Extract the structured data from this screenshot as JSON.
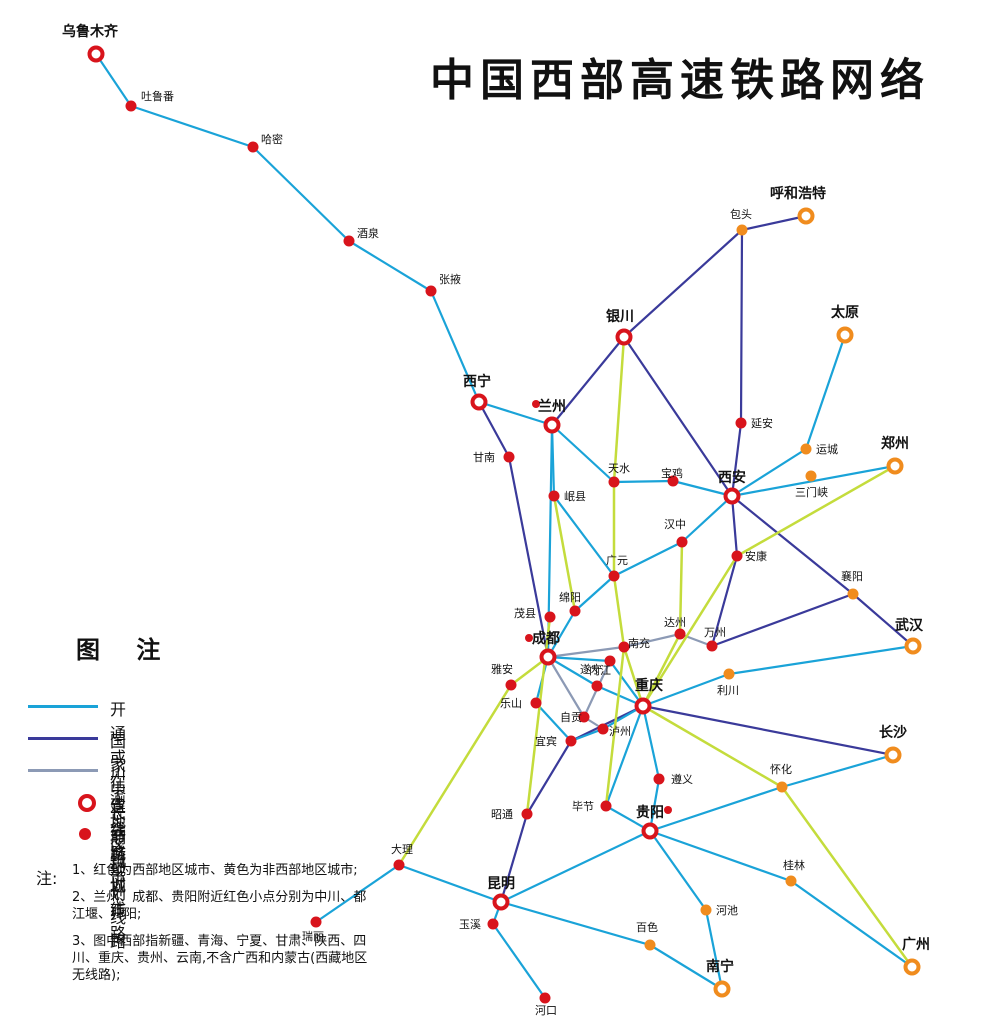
{
  "title": "中国西部高速铁路网络",
  "colors": {
    "open": "#1aa3d8",
    "national": "#3a3a9a",
    "sichuan_chongqing": "#8c9ab5",
    "west_planned": "#c4dc3c",
    "west_city": "#d8141c",
    "non_west_city": "#f08c1e"
  },
  "legend": {
    "title": "图 注",
    "items": [
      {
        "type": "line",
        "color_key": "open",
        "label": "开通或在建线路"
      },
      {
        "type": "line",
        "color_key": "national",
        "label": "国家中长期规划线路"
      },
      {
        "type": "line",
        "color_key": "sichuan_chongqing",
        "label": "川渝地区规划线路"
      },
      {
        "type": "ring",
        "color_key": "west_city",
        "label": "省会城市"
      },
      {
        "type": "dot",
        "color_key": "west_city",
        "label": "节点城市"
      }
    ]
  },
  "notes": {
    "mark": "注:",
    "items": [
      "1、红色为西部地区城市、黄色为非西部地区城市;",
      "2、兰州、成都、贵阳附近红色小点分别为中川、都江堰、开阳;",
      "3、图中西部指新疆、青海、宁夏、甘肃、陕西、四川、重庆、贵州、云南,不含广西和内蒙古(西藏地区无线路);"
    ]
  },
  "cities": [
    {
      "id": "wulumuqi",
      "name": "乌鲁木齐",
      "kind": "capital",
      "region": "west"
    },
    {
      "id": "tulufan",
      "name": "吐鲁番",
      "kind": "node",
      "region": "west"
    },
    {
      "id": "hami",
      "name": "哈密",
      "kind": "node",
      "region": "west"
    },
    {
      "id": "jiuquan",
      "name": "酒泉",
      "kind": "node",
      "region": "west"
    },
    {
      "id": "zhangye",
      "name": "张掖",
      "kind": "node",
      "region": "west"
    },
    {
      "id": "xining",
      "name": "西宁",
      "kind": "capital",
      "region": "west"
    },
    {
      "id": "lanzhou",
      "name": "兰州",
      "kind": "capital",
      "region": "west"
    },
    {
      "id": "zhongchuan",
      "name": "",
      "kind": "small",
      "region": "west"
    },
    {
      "id": "gannan",
      "name": "甘南",
      "kind": "node",
      "region": "west"
    },
    {
      "id": "yinchuan",
      "name": "银川",
      "kind": "capital",
      "region": "west"
    },
    {
      "id": "baotou",
      "name": "包头",
      "kind": "node",
      "region": "non-west"
    },
    {
      "id": "huhehaote",
      "name": "呼和浩特",
      "kind": "capital",
      "region": "non-west"
    },
    {
      "id": "taiyuan",
      "name": "太原",
      "kind": "capital",
      "region": "non-west"
    },
    {
      "id": "yanan",
      "name": "延安",
      "kind": "node",
      "region": "west"
    },
    {
      "id": "yuncheng",
      "name": "运城",
      "kind": "node",
      "region": "non-west"
    },
    {
      "id": "zhengzhou",
      "name": "郑州",
      "kind": "capital",
      "region": "non-west"
    },
    {
      "id": "sanmenxia",
      "name": "三门峡",
      "kind": "node",
      "region": "non-west"
    },
    {
      "id": "xian",
      "name": "西安",
      "kind": "capital",
      "region": "west"
    },
    {
      "id": "tianshui",
      "name": "天水",
      "kind": "node",
      "region": "west"
    },
    {
      "id": "baoji",
      "name": "宝鸡",
      "kind": "node",
      "region": "west"
    },
    {
      "id": "minxian",
      "name": "岷县",
      "kind": "node",
      "region": "west"
    },
    {
      "id": "hanzhong",
      "name": "汉中",
      "kind": "node",
      "region": "west"
    },
    {
      "id": "guangyuan",
      "name": "广元",
      "kind": "node",
      "region": "west"
    },
    {
      "id": "ankang",
      "name": "安康",
      "kind": "node",
      "region": "west"
    },
    {
      "id": "mianyang",
      "name": "绵阳",
      "kind": "node",
      "region": "west"
    },
    {
      "id": "maoxian",
      "name": "茂县",
      "kind": "node",
      "region": "west"
    },
    {
      "id": "dujiangyan",
      "name": "",
      "kind": "small",
      "region": "west"
    },
    {
      "id": "chengdu",
      "name": "成都",
      "kind": "capital",
      "region": "west"
    },
    {
      "id": "nanchong",
      "name": "南充",
      "kind": "node",
      "region": "west"
    },
    {
      "id": "dazhou",
      "name": "达州",
      "kind": "node",
      "region": "west"
    },
    {
      "id": "wanzhou",
      "name": "万州",
      "kind": "node",
      "region": "west"
    },
    {
      "id": "xiangyang",
      "name": "襄阳",
      "kind": "node",
      "region": "non-west"
    },
    {
      "id": "wuhan",
      "name": "武汉",
      "kind": "capital",
      "region": "non-west"
    },
    {
      "id": "lichuan",
      "name": "利川",
      "kind": "node",
      "region": "non-west"
    },
    {
      "id": "suining",
      "name": "遂宁",
      "kind": "node",
      "region": "west"
    },
    {
      "id": "yaan",
      "name": "雅安",
      "kind": "node",
      "region": "west"
    },
    {
      "id": "leshan",
      "name": "乐山",
      "kind": "node",
      "region": "west"
    },
    {
      "id": "neijiang",
      "name": "内江",
      "kind": "node",
      "region": "west"
    },
    {
      "id": "zigong",
      "name": "自贡",
      "kind": "node",
      "region": "west"
    },
    {
      "id": "chongqing",
      "name": "重庆",
      "kind": "capital",
      "region": "west"
    },
    {
      "id": "yibin",
      "name": "宜宾",
      "kind": "node",
      "region": "west"
    },
    {
      "id": "luzhou",
      "name": "泸州",
      "kind": "node",
      "region": "west"
    },
    {
      "id": "zunyi",
      "name": "遵义",
      "kind": "node",
      "region": "west"
    },
    {
      "id": "changsha",
      "name": "长沙",
      "kind": "capital",
      "region": "non-west"
    },
    {
      "id": "huaihua",
      "name": "怀化",
      "kind": "node",
      "region": "non-west"
    },
    {
      "id": "zhaotong",
      "name": "昭通",
      "kind": "node",
      "region": "west"
    },
    {
      "id": "bijie",
      "name": "毕节",
      "kind": "node",
      "region": "west"
    },
    {
      "id": "guiyang",
      "name": "贵阳",
      "kind": "capital",
      "region": "west"
    },
    {
      "id": "kaiyang",
      "name": "",
      "kind": "small",
      "region": "west"
    },
    {
      "id": "dali",
      "name": "大理",
      "kind": "node",
      "region": "west"
    },
    {
      "id": "ruili",
      "name": "瑞丽",
      "kind": "node",
      "region": "west"
    },
    {
      "id": "kunming",
      "name": "昆明",
      "kind": "capital",
      "region": "west"
    },
    {
      "id": "yuxi",
      "name": "玉溪",
      "kind": "node",
      "region": "west"
    },
    {
      "id": "hekou",
      "name": "河口",
      "kind": "node",
      "region": "west"
    },
    {
      "id": "guilin",
      "name": "桂林",
      "kind": "node",
      "region": "non-west"
    },
    {
      "id": "hechi",
      "name": "河池",
      "kind": "node",
      "region": "non-west"
    },
    {
      "id": "baise",
      "name": "百色",
      "kind": "node",
      "region": "non-west"
    },
    {
      "id": "nanning",
      "name": "南宁",
      "kind": "capital",
      "region": "non-west"
    },
    {
      "id": "guangzhou",
      "name": "广州",
      "kind": "capital",
      "region": "non-west"
    }
  ],
  "lines": [
    {
      "type": "open",
      "stops": [
        "wulumuqi",
        "tulufan",
        "hami",
        "jiuquan",
        "zhangye",
        "xining",
        "lanzhou"
      ]
    },
    {
      "type": "open",
      "stops": [
        "lanzhou",
        "tianshui",
        "baoji",
        "xian",
        "zhengzhou"
      ]
    },
    {
      "type": "open",
      "stops": [
        "lanzhou",
        "minxian",
        "guangyuan"
      ]
    },
    {
      "type": "open",
      "stops": [
        "lanzhou",
        "chengdu"
      ]
    },
    {
      "type": "open",
      "stops": [
        "xian",
        "hanzhong",
        "guangyuan",
        "mianyang",
        "chengdu"
      ]
    },
    {
      "type": "open",
      "stops": [
        "xian",
        "yuncheng",
        "taiyuan"
      ]
    },
    {
      "type": "open",
      "stops": [
        "chengdu",
        "suining",
        "chongqing",
        "lichuan",
        "wuhan"
      ]
    },
    {
      "type": "open",
      "stops": [
        "chengdu",
        "neijiang",
        "chongqing"
      ]
    },
    {
      "type": "open",
      "stops": [
        "chengdu",
        "leshan",
        "yibin",
        "luzhou",
        "chongqing"
      ]
    },
    {
      "type": "open",
      "stops": [
        "chongqing",
        "zunyi",
        "guiyang",
        "huaihua",
        "changsha"
      ]
    },
    {
      "type": "open",
      "stops": [
        "guiyang",
        "guilin",
        "guangzhou"
      ]
    },
    {
      "type": "open",
      "stops": [
        "guiyang",
        "kunming",
        "dali",
        "ruili"
      ]
    },
    {
      "type": "open",
      "stops": [
        "kunming",
        "yuxi",
        "hekou"
      ]
    },
    {
      "type": "open",
      "stops": [
        "kunming",
        "baise",
        "nanning"
      ]
    },
    {
      "type": "open",
      "stops": [
        "guiyang",
        "hechi",
        "nanning"
      ]
    },
    {
      "type": "open",
      "stops": [
        "chongqing",
        "bijie",
        "guiyang"
      ]
    },
    {
      "type": "national",
      "stops": [
        "yinchuan",
        "baotou",
        "huhehaote"
      ]
    },
    {
      "type": "national",
      "stops": [
        "baotou",
        "yanan",
        "xian"
      ]
    },
    {
      "type": "national",
      "stops": [
        "yinchuan",
        "lanzhou"
      ]
    },
    {
      "type": "national",
      "stops": [
        "yinchuan",
        "xian"
      ]
    },
    {
      "type": "national",
      "stops": [
        "xining",
        "gannan",
        "chengdu"
      ]
    },
    {
      "type": "national",
      "stops": [
        "xian",
        "xiangyang",
        "wuhan"
      ]
    },
    {
      "type": "national",
      "stops": [
        "xian",
        "ankang",
        "wanzhou",
        "xiangyang"
      ]
    },
    {
      "type": "national",
      "stops": [
        "chongqing",
        "changsha"
      ]
    },
    {
      "type": "national",
      "stops": [
        "chongqing",
        "yibin",
        "zhaotong",
        "kunming"
      ]
    },
    {
      "type": "sichuan_chongqing",
      "stops": [
        "chengdu",
        "nanchong",
        "dazhou",
        "wanzhou"
      ]
    },
    {
      "type": "sichuan_chongqing",
      "stops": [
        "chengdu",
        "zigong",
        "luzhou"
      ]
    },
    {
      "type": "sichuan_chongqing",
      "stops": [
        "suining",
        "zigong"
      ]
    },
    {
      "type": "west_planned",
      "stops": [
        "yinchuan",
        "tianshui",
        "guangyuan",
        "nanchong",
        "chongqing"
      ]
    },
    {
      "type": "west_planned",
      "stops": [
        "minxian",
        "mianyang"
      ]
    },
    {
      "type": "west_planned",
      "stops": [
        "hanzhong",
        "dazhou",
        "chongqing"
      ]
    },
    {
      "type": "west_planned",
      "stops": [
        "zhengzhou",
        "ankang",
        "chongqing"
      ]
    },
    {
      "type": "west_planned",
      "stops": [
        "chengdu",
        "yaan",
        "dali"
      ]
    },
    {
      "type": "west_planned",
      "stops": [
        "maoxian",
        "zhaotong"
      ]
    },
    {
      "type": "west_planned",
      "stops": [
        "nanchong",
        "bijie"
      ]
    },
    {
      "type": "west_planned",
      "stops": [
        "chongqing",
        "huaihua",
        "guangzhou"
      ]
    }
  ]
}
